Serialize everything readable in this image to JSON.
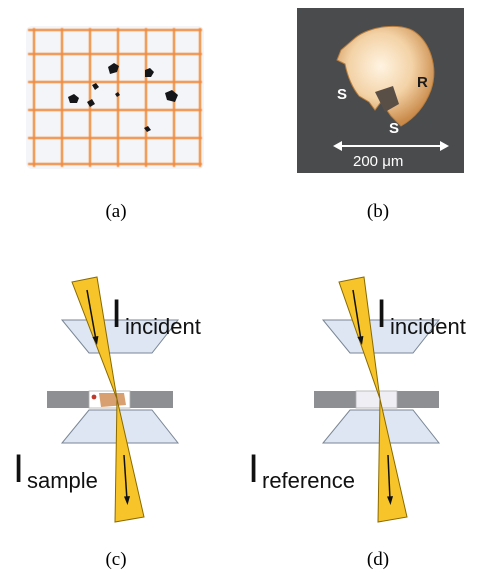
{
  "panels": {
    "a": {
      "caption": "(a)"
    },
    "b": {
      "caption": "(b)",
      "label_s1": "S",
      "label_s2": "S",
      "label_r": "R",
      "scale": "200 μm"
    },
    "c": {
      "caption": "(c)",
      "top_main": "I",
      "top_sub": "incident",
      "bottom_main": "I",
      "bottom_sub": "sample"
    },
    "d": {
      "caption": "(d)",
      "top_main": "I",
      "top_sub": "incident",
      "bottom_main": "I",
      "bottom_sub": "reference"
    }
  },
  "colors": {
    "grid_orange": "#f08a3c",
    "beam_yellow": "#f7c42a",
    "beam_edge": "#8a6a00",
    "anvil_fill": "#dde6f2",
    "anvil_edge": "#7a8696",
    "gasket": "#8d8f93",
    "micrograph_bg": "#4a4b4d",
    "sample_gold": "#e8b878"
  }
}
